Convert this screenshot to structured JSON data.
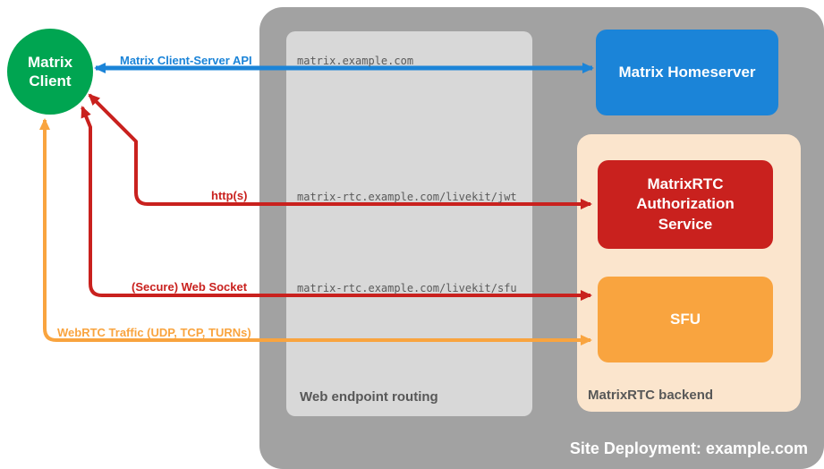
{
  "deployment": {
    "title": "Site Deployment: example.com"
  },
  "client": {
    "label": "Matrix Client"
  },
  "homeserver": {
    "label": "Matrix Homeserver"
  },
  "backend": {
    "label": "MatrixRTC backend",
    "auth_service": {
      "label": "MatrixRTC Authorization Service"
    },
    "sfu": {
      "label": "SFU"
    }
  },
  "routing": {
    "label": "Web endpoint routing",
    "endpoints": [
      {
        "path": "matrix.example.com"
      },
      {
        "path": "matrix-rtc.example.com/livekit/jwt"
      },
      {
        "path": "matrix-rtc.example.com/livekit/sfu"
      }
    ]
  },
  "arrows": {
    "client_server_api": {
      "label": "Matrix Client-Server API",
      "color": "#1b84d8"
    },
    "https": {
      "label": "http(s)",
      "color": "#c9211e"
    },
    "websocket": {
      "label": "(Secure) Web Socket",
      "color": "#c9211e"
    },
    "webrtc": {
      "label": "WebRTC Traffic (UDP, TCP, TURNs)",
      "color": "#f9a43f"
    }
  },
  "colors": {
    "blue": "#1b84d8",
    "red": "#c9211e",
    "orange": "#f9a43f",
    "green": "#00a551",
    "outer_gray": "#a2a2a2",
    "inner_gray": "#d8d8d8",
    "peach": "#fbe5cd",
    "caption_gray": "#585858"
  }
}
